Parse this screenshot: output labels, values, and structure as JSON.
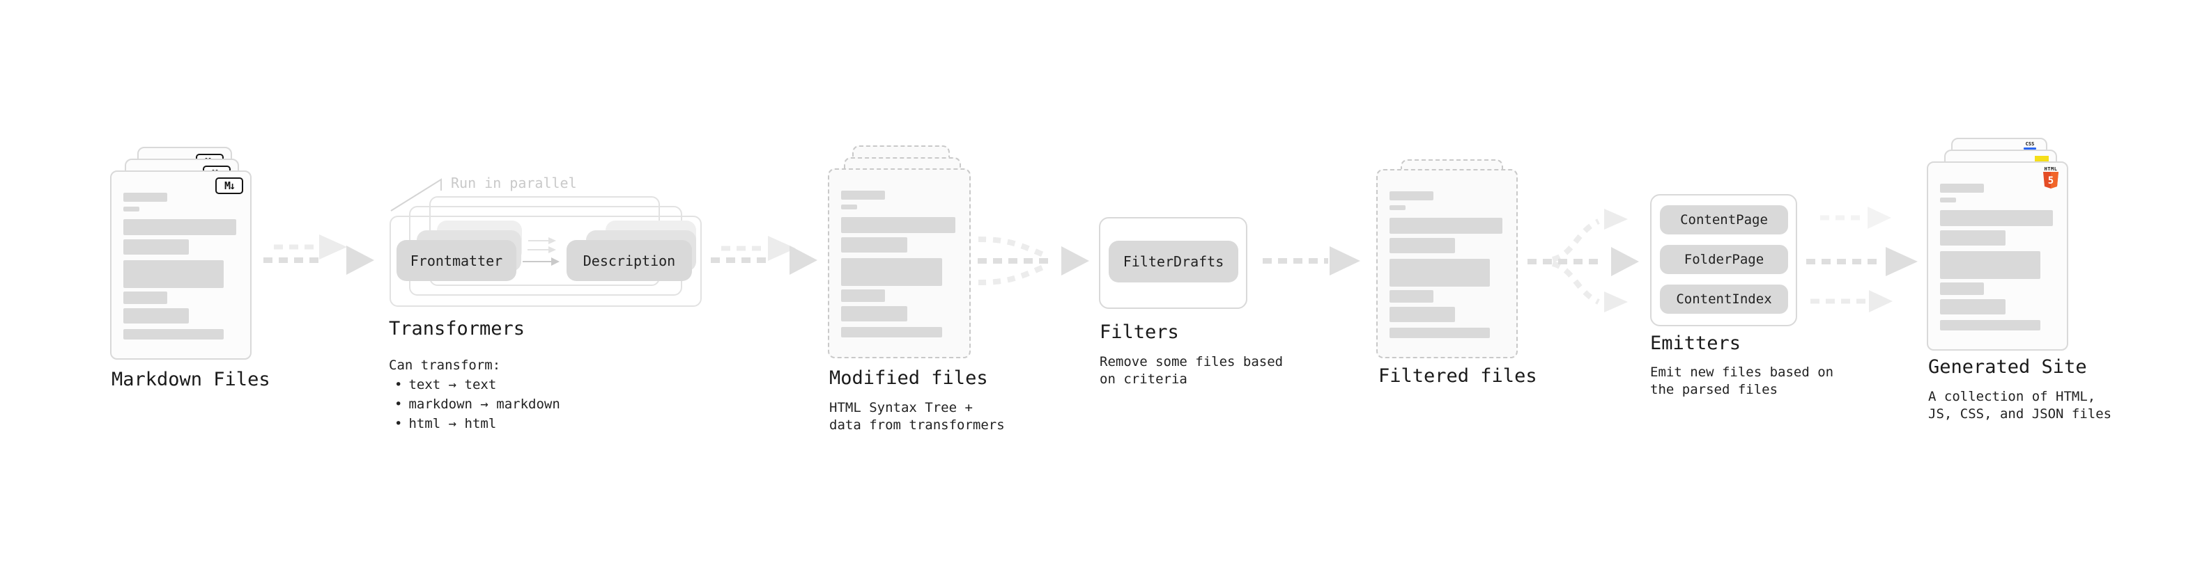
{
  "stages": {
    "markdown_files": {
      "label": "Markdown Files",
      "badge": "M↓"
    },
    "transformers": {
      "label": "Transformers",
      "annotation": "Run in parallel",
      "pills": [
        "Frontmatter",
        "Description"
      ],
      "desc_title": "Can transform:",
      "bullet_char": "•",
      "bullets": [
        "text → text",
        "markdown → markdown",
        "html → html"
      ]
    },
    "modified_files": {
      "label": "Modified files",
      "desc_line1": "HTML Syntax Tree +",
      "desc_line2": "data from transformers"
    },
    "filters": {
      "label": "Filters",
      "pills": [
        "FilterDrafts"
      ],
      "desc_line1": "Remove some files based",
      "desc_line2": "on criteria"
    },
    "filtered_files": {
      "label": "Filtered files"
    },
    "emitters": {
      "label": "Emitters",
      "pills": [
        "ContentPage",
        "FolderPage",
        "ContentIndex"
      ],
      "desc_line1": "Emit new files based on",
      "desc_line2": "the parsed files"
    },
    "generated_site": {
      "label": "Generated Site",
      "desc_line1": "A collection of HTML,",
      "desc_line2": "JS, CSS, and JSON files",
      "badges": {
        "html5_word": "HTML",
        "html5_number": "5",
        "css": "CSS"
      }
    }
  },
  "doc_bars": [
    {
      "w": 38,
      "h": 13,
      "mb": 7
    },
    {
      "w": 14,
      "h": 7,
      "mb": 11
    },
    {
      "w": 98,
      "h": 23,
      "mb": 6
    },
    {
      "w": 57,
      "h": 22,
      "mb": 8
    },
    {
      "w": 87,
      "h": 40,
      "mb": 5
    },
    {
      "w": 38,
      "h": 18,
      "mb": 6
    },
    {
      "w": 57,
      "h": 22,
      "mb": 8
    },
    {
      "w": 87,
      "h": 15,
      "mb": 0
    }
  ],
  "colors": {
    "background": "#ffffff",
    "doc_fill": "#fcfcfc",
    "doc_border": "#d9d9d9",
    "dashed_border": "#c9c9c9",
    "bar": "#d9d9d9",
    "pill": "#d9d9d9",
    "pill_ghost1": "#e3e3e3",
    "pill_ghost2": "#efefef",
    "card_border": "#e2e2e2",
    "panel_border": "#d9d9d9",
    "heading_text": "#1a1a1a",
    "body_text": "#222222",
    "annotation_text": "#c9c9c9",
    "arrow": "#dedede",
    "arrow_light": "#ececec",
    "arrow_lighter": "#f3f3f3",
    "thin_arrow": "#c9c9c9",
    "md_icon": "#151515",
    "html5_orange": "#e44d26",
    "html5_orange_light": "#f16529",
    "css_blue": "#2965f1",
    "js_yellow": "#f5de19"
  }
}
